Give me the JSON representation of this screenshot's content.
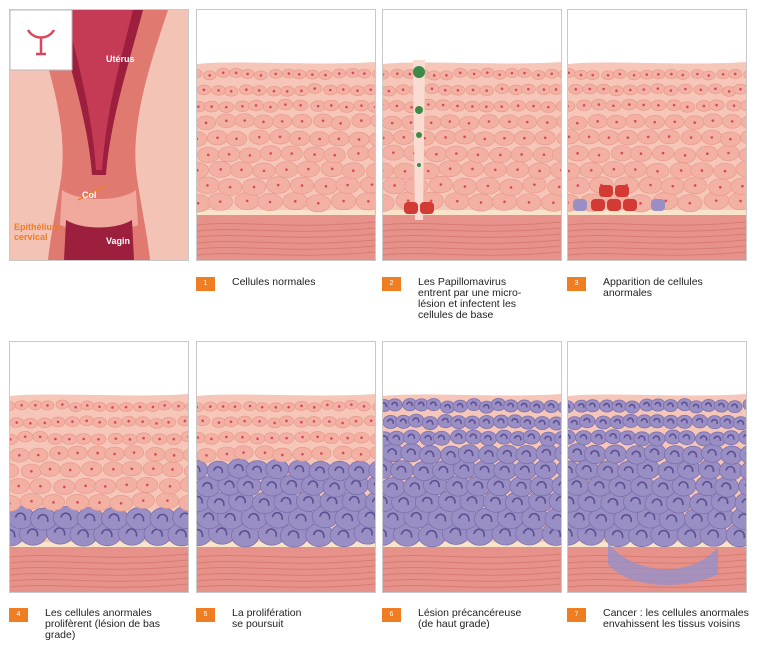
{
  "anatomy": {
    "uterus_label": "Utérus",
    "cervix_label": "Col",
    "vagina_label": "Vagin",
    "epithelium_label": "Epithélium\ncervical"
  },
  "steps": [
    {
      "number": "1",
      "caption": "Cellules normales",
      "stage": "normal"
    },
    {
      "number": "2",
      "caption": "Les Papillomavirus\nentrent par une micro-\nlésion et infectent les\ncellules de base",
      "stage": "infection"
    },
    {
      "number": "3",
      "caption": "Apparition de cellules\nanormales",
      "stage": "abnormal"
    },
    {
      "number": "4",
      "caption": "Les cellules anormales\nprolifèrent (lésion de bas\ngrade)",
      "stage": "low-grade"
    },
    {
      "number": "5",
      "caption": "La prolifération\nse poursuit",
      "stage": "proliferation"
    },
    {
      "number": "6",
      "caption": "Lésion précancéreuse\n(de haut grade)",
      "stage": "high-grade"
    },
    {
      "number": "7",
      "caption": "Cancer : les cellules anormales\nenvahissent les tissus voisins",
      "stage": "cancer"
    }
  ],
  "colors": {
    "badge": "#ef7d22",
    "normal_cell": "#f3b1a4",
    "nucleus": "#d9475a",
    "abnormal_cell": "#9a8fc4",
    "infected_cell": "#d23a33",
    "stroma": "#e6928a",
    "uterus_dark": "#9c1f3e"
  }
}
